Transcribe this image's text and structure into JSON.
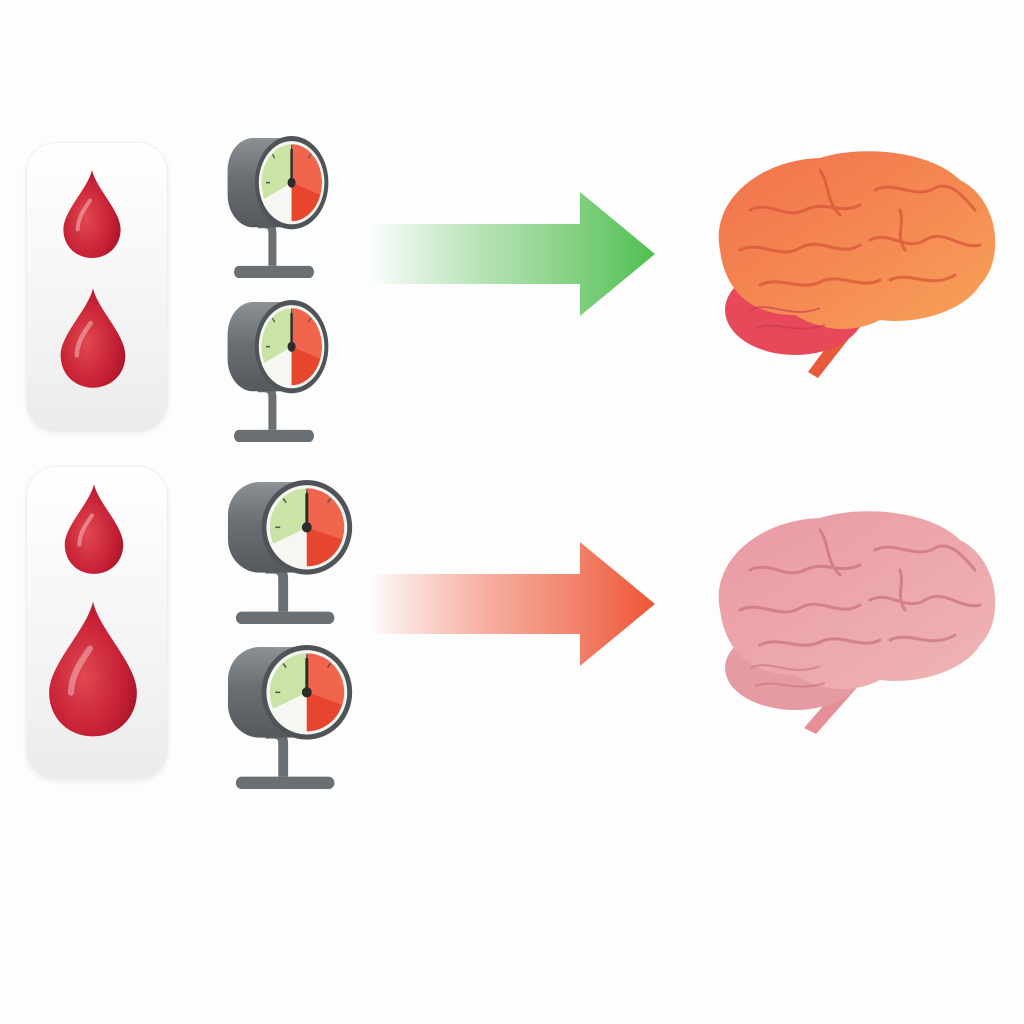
{
  "diagram": {
    "rows": [
      {
        "id": "top",
        "drops": 2,
        "gauges": 2,
        "arrow_color": "#5cc15c",
        "brain_state": "healthy",
        "brain_colors": {
          "main": "#f2864f",
          "lower": "#e8495a",
          "stem": "#e85a3c"
        }
      },
      {
        "id": "bottom",
        "drops": 2,
        "gauges": 2,
        "arrow_color": "#ef5a3c",
        "brain_state": "pale",
        "brain_colors": {
          "main": "#e9a2a8",
          "lower": "#e49ca2",
          "stem": "#e78f97"
        }
      }
    ],
    "icons": [
      "blood-drop-icon",
      "blood-pressure-gauge-icon",
      "arrow-right-icon",
      "brain-icon"
    ],
    "colors": {
      "blood": "#c8203a",
      "gauge_body": "#6f7479",
      "gauge_green": "#bfe19a",
      "gauge_red": "#f0553a"
    }
  }
}
